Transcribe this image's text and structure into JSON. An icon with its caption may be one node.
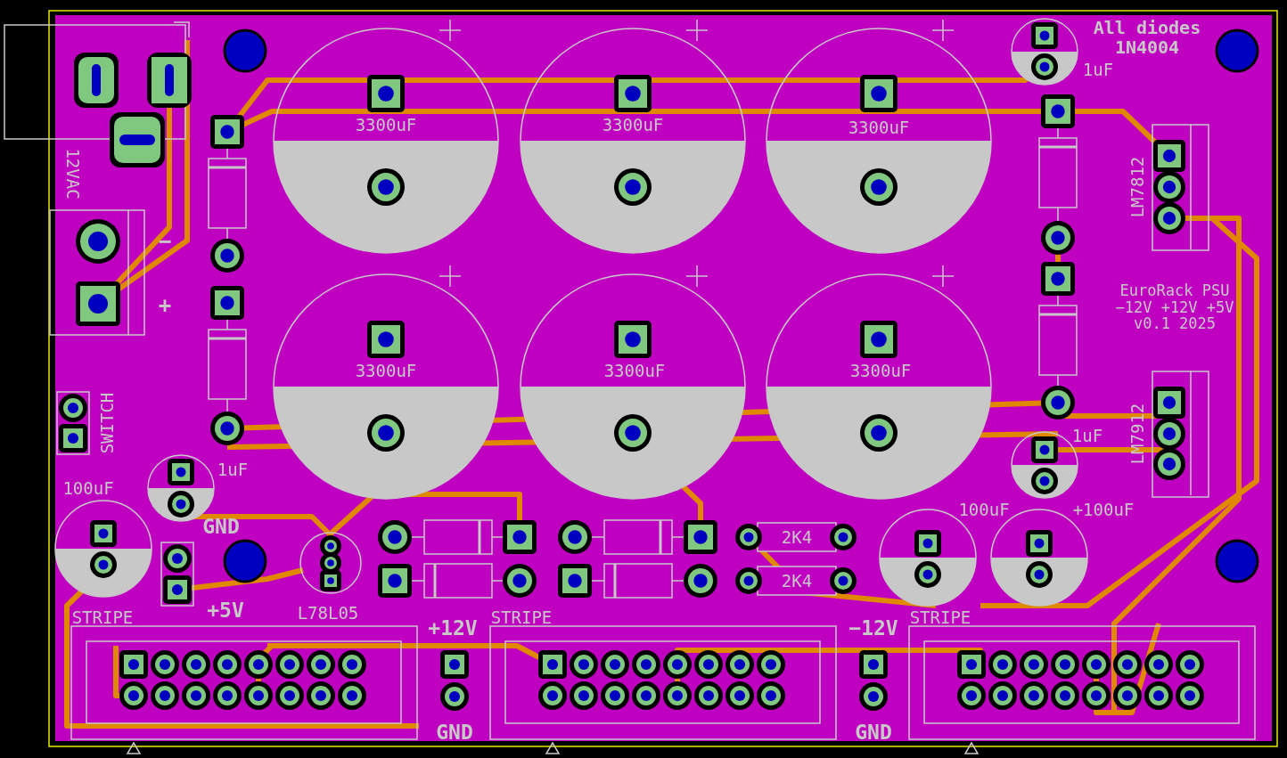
{
  "diagram": {
    "labels": [
      "All diodes 1N4004",
      "1uF",
      "3300uF",
      "3300uF",
      "3300uF",
      "12VAC",
      "LM7812",
      "−",
      "+",
      "EuroRack PSU −12V +12V +5V v0.1 2025",
      "3300uF",
      "3300uF",
      "3300uF",
      "SWITCH",
      "1uF",
      "LM7912",
      "1uF",
      "100uF",
      "100uF",
      "+100uF",
      "GND",
      "2K4",
      "2K4",
      "STRIPE",
      "+5V",
      "L78L05",
      "+12V",
      "STRIPE",
      "−12V",
      "STRIPE",
      "GND",
      "GND"
    ]
  }
}
